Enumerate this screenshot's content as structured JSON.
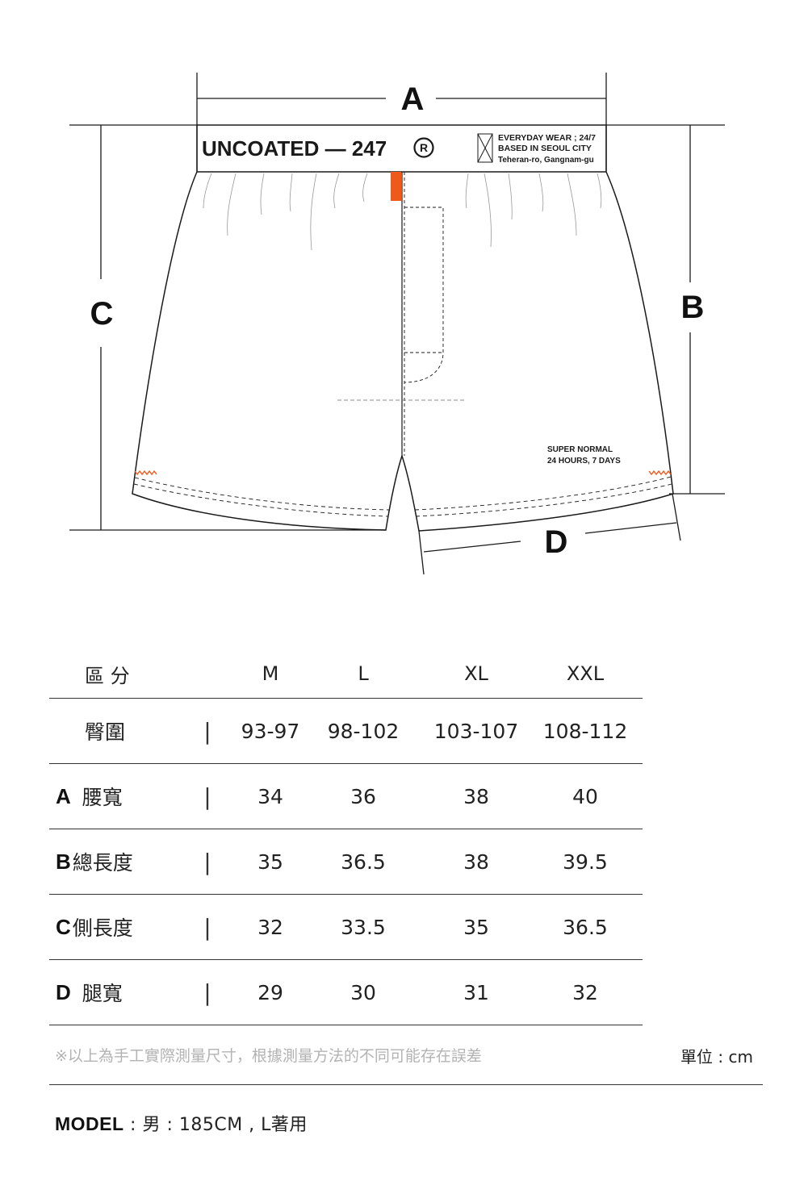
{
  "diagram": {
    "dim_a": "A",
    "dim_b": "B",
    "dim_c": "C",
    "dim_d": "D",
    "brand": "UNCOATED — 247",
    "registered": "R",
    "tag_lines": [
      "EVERYDAY WEAR ; 24/7",
      "BASED IN SEOUL CITY",
      "Teheran-ro, Gangnam-gu"
    ],
    "print_lines": [
      "SUPER NORMAL",
      "24 HOURS, 7 DAYS"
    ],
    "accent_color": "#ee5a1c"
  },
  "table": {
    "header": {
      "label": "區 分",
      "sizes": [
        "M",
        "L",
        "XL",
        "XXL"
      ]
    },
    "separator": "|",
    "rows": [
      {
        "letter": "",
        "label": "臀圍",
        "values": [
          "93-97",
          "98-102",
          "103-107",
          "108-112"
        ]
      },
      {
        "letter": "A",
        "label": "腰寬",
        "values": [
          "34",
          "36",
          "38",
          "40"
        ]
      },
      {
        "letter": "B",
        "label": "總長度",
        "values": [
          "35",
          "36.5",
          "38",
          "39.5"
        ]
      },
      {
        "letter": "C",
        "label": "側長度",
        "values": [
          "32",
          "33.5",
          "35",
          "36.5"
        ]
      },
      {
        "letter": "D",
        "label": "腿寬",
        "values": [
          "29",
          "30",
          "31",
          "32"
        ]
      }
    ]
  },
  "note": "※以上為手工實際測量尺寸，根據測量方法的不同可能存在誤差",
  "unit": "單位 : cm",
  "model": {
    "label": "MODEL",
    "text": " : 男 : 185CM , L著用"
  }
}
